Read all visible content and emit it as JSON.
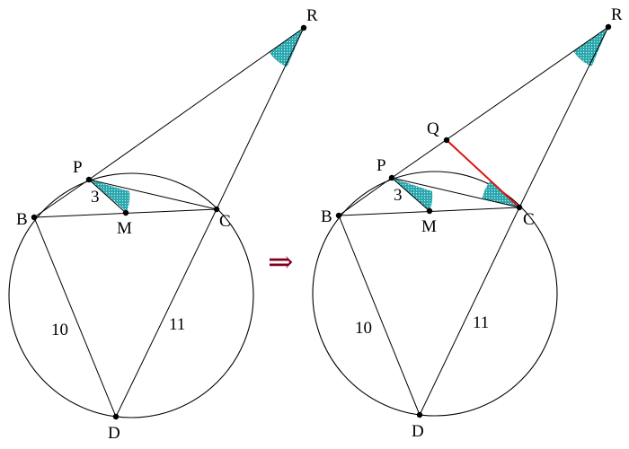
{
  "colors": {
    "line": "#000000",
    "angle_fill": "#2aa7ad",
    "angle_hatch": "#d8f4f5",
    "segment_qc": "#e01010",
    "arrow": "#800020"
  },
  "arrow_symbol": "⇒",
  "left_figure": {
    "points": {
      "R": "R",
      "P": "P",
      "B": "B",
      "M": "M",
      "C": "C",
      "D": "D"
    },
    "lengths": {
      "pm": "3",
      "bd": "10",
      "cd": "11"
    }
  },
  "right_figure": {
    "points": {
      "R": "R",
      "Q": "Q",
      "P": "P",
      "B": "B",
      "M": "M",
      "C": "C",
      "D": "D"
    },
    "lengths": {
      "pm": "3",
      "bd": "10",
      "cd": "11"
    }
  }
}
